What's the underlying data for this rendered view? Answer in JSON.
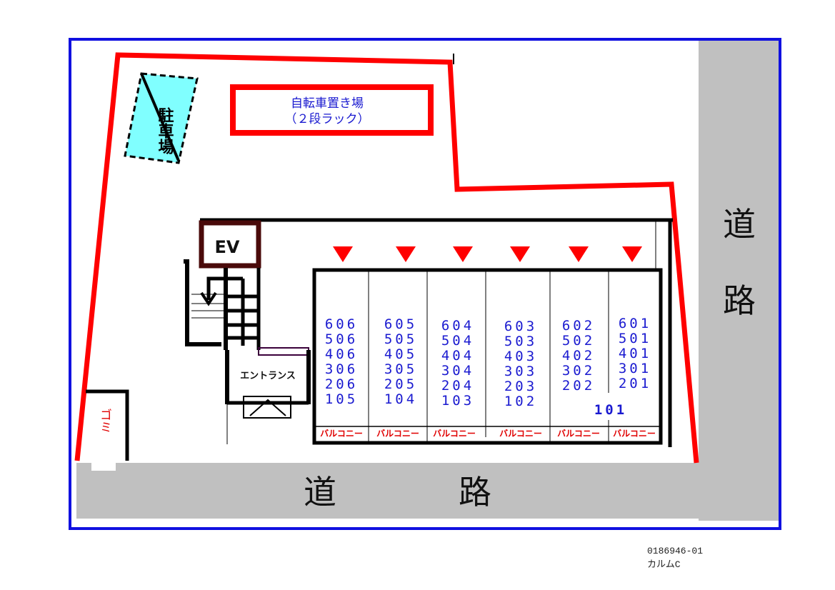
{
  "colors": {
    "lot_border": "#1010e0",
    "site_outline": "#ff0000",
    "road": "#c0c0c0",
    "parking": "#80ffff",
    "room_text": "#1a1ad0",
    "balcony_text": "#e00000",
    "ev_frame": "#4a0a0a"
  },
  "parking": {
    "label": "駐車場"
  },
  "bicycle": {
    "line1": "自転車置き場",
    "line2": "（２段ラック）"
  },
  "ev": {
    "label": "EV"
  },
  "entrance": {
    "label": "エントランス"
  },
  "garbage": {
    "label": "ゴミ"
  },
  "roads": {
    "right_label_1": "道",
    "right_label_2": "路",
    "bottom_label_1": "道",
    "bottom_label_2": "路"
  },
  "units": [
    {
      "rooms": [
        "606",
        "506",
        "406",
        "306",
        "206",
        "105"
      ],
      "balcony": "バルコニー"
    },
    {
      "rooms": [
        "605",
        "505",
        "405",
        "305",
        "205",
        "104"
      ],
      "balcony": "バルコニー"
    },
    {
      "rooms": [
        "604",
        "504",
        "404",
        "304",
        "204",
        "103"
      ],
      "balcony": "バルコニー"
    },
    {
      "rooms": [
        "603",
        "503",
        "403",
        "303",
        "203",
        "102"
      ],
      "balcony": "バルコニー"
    },
    {
      "rooms": [
        "602",
        "502",
        "402",
        "302",
        "202"
      ],
      "balcony": "バルコニー"
    },
    {
      "rooms": [
        "601",
        "501",
        "401",
        "301",
        "201"
      ],
      "balcony": "バルコニー"
    }
  ],
  "room_101": "101",
  "footer": {
    "code": "0186946-01",
    "name": "カルムC"
  }
}
